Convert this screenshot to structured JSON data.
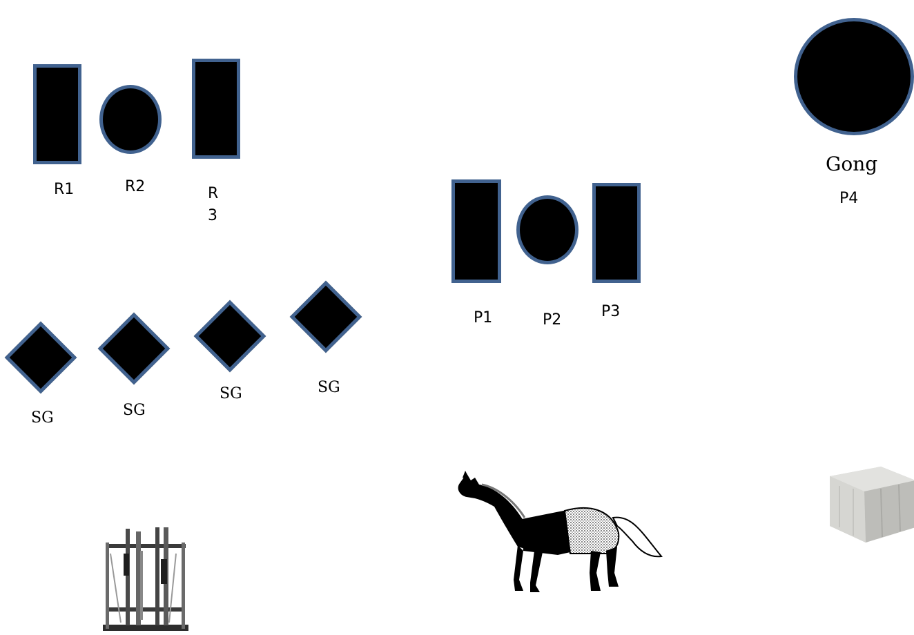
{
  "colors": {
    "fill": "#000000",
    "outline": "#41628f",
    "background": "#ffffff"
  },
  "labels": {
    "r1": "R1",
    "r2": "R2",
    "r3_line1": "R",
    "r3_line2": "3",
    "p1": "P1",
    "p2": "P2",
    "p3": "P3",
    "gong": "Gong",
    "p4": "P4",
    "sg1": "SG",
    "sg2": "SG",
    "sg3": "SG",
    "sg4": "SG"
  },
  "icons": {
    "weapon_rack": "weapon-rack-icon",
    "horse": "horse-icon",
    "hay_bale": "hay-bale-icon"
  }
}
